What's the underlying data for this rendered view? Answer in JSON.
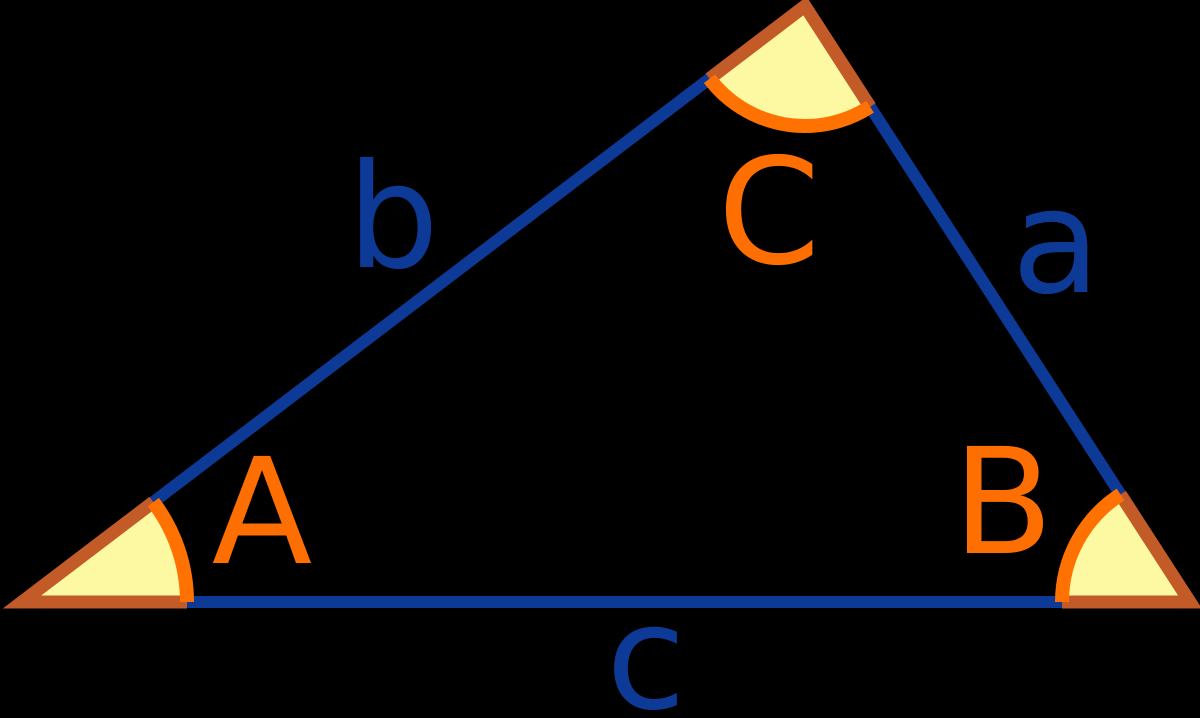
{
  "figure": {
    "description": "Triangle diagram with side labels a, b, c and interior angle labels A, B, C marked by shaded angle wedges",
    "background": "#000000",
    "side_labels": {
      "a": "a",
      "b": "b",
      "c": "c"
    },
    "angle_labels": {
      "A": "A",
      "B": "B",
      "C": "C"
    },
    "colors": {
      "side": "#0d3a96",
      "side_label": "#0d3a96",
      "angle_label": "#ff6e00",
      "wedge_fill": "#fdf8a2",
      "wedge_edge": "#c25b28",
      "wedge_arc": "#ff7100"
    }
  }
}
